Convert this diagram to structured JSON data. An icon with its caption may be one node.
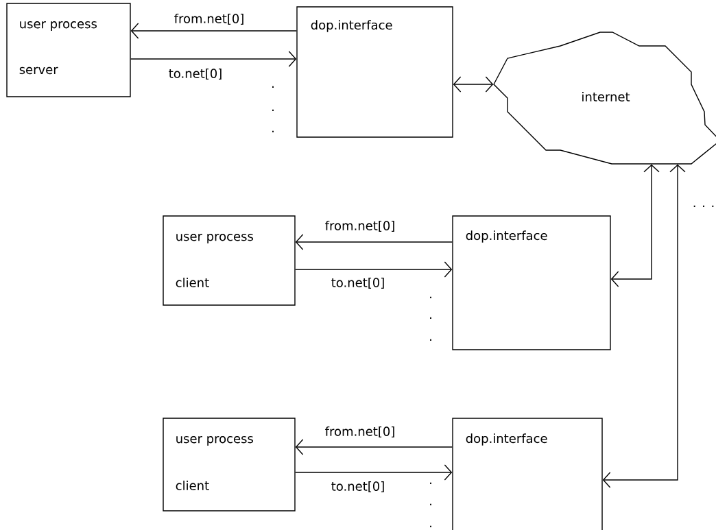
{
  "diagram": {
    "nodes": [
      {
        "text": [
          "user process",
          "server"
        ]
      },
      {
        "text": [
          "dop.interface"
        ]
      },
      {
        "text": [
          "internet"
        ]
      },
      {
        "text": [
          "user process",
          "client"
        ]
      },
      {
        "text": [
          "dop.interface"
        ]
      },
      {
        "text": [
          "user process",
          "client"
        ]
      },
      {
        "text": [
          "dop.interface"
        ]
      }
    ],
    "edges": [
      {
        "from": 1,
        "to": 0,
        "arrow": "to",
        "label": "from.net[0]"
      },
      {
        "from": 0,
        "to": 1,
        "arrow": "to",
        "label": "to.net[0]"
      },
      {
        "from": 1,
        "to": 2,
        "arrow": "both"
      },
      {
        "from": 4,
        "to": 3,
        "arrow": "to",
        "label": "from.net[0]"
      },
      {
        "from": 3,
        "to": 4,
        "arrow": "to",
        "label": "to.net[0]"
      },
      {
        "from": 4,
        "to": 2,
        "arrow": "both"
      },
      {
        "from": 6,
        "to": 5,
        "arrow": "to",
        "label": "from.net[0]"
      },
      {
        "from": 5,
        "to": 6,
        "arrow": "to",
        "label": "to.net[0]"
      },
      {
        "from": 6,
        "to": 2,
        "arrow": "both"
      }
    ],
    "labels": [
      ".",
      ".",
      ".",
      ". . .",
      ".",
      ".",
      ".",
      ".",
      ".",
      "."
    ]
  }
}
